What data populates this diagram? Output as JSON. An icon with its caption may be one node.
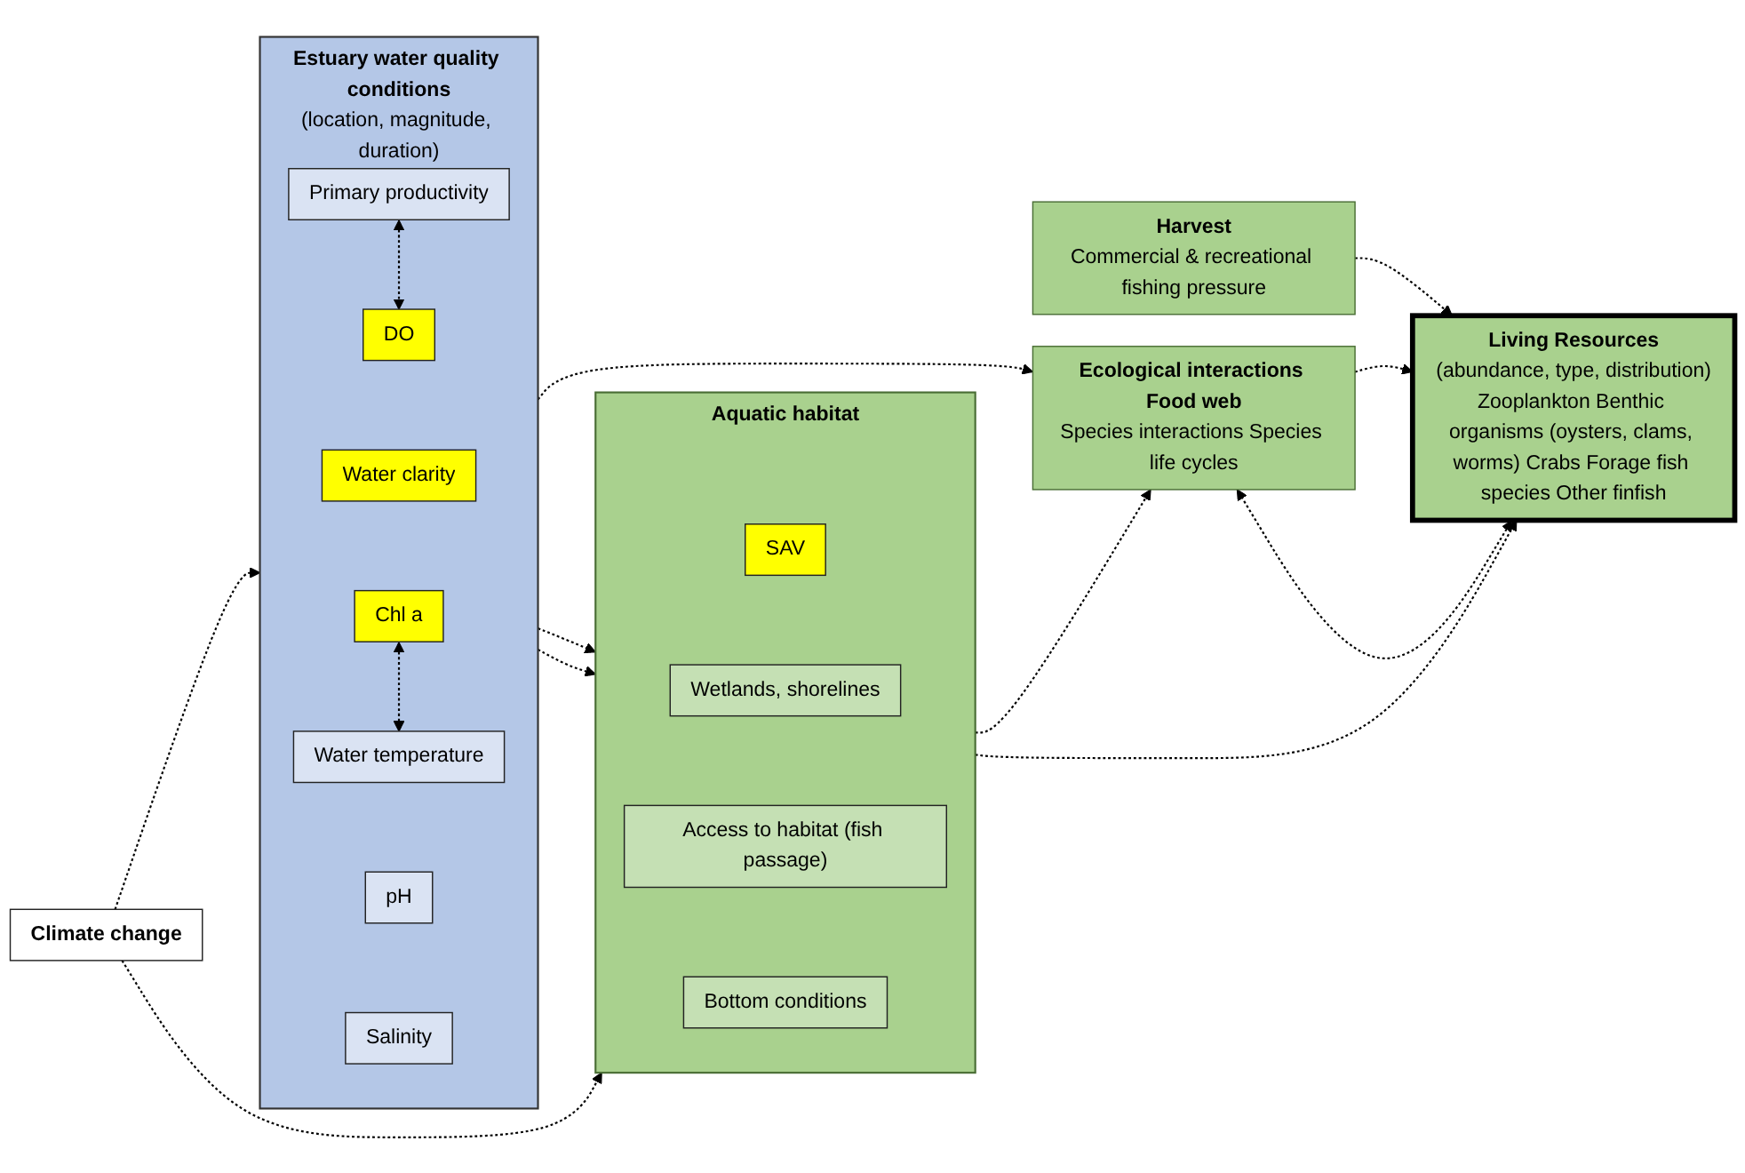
{
  "diagram": {
    "nodes": [
      {
        "text": [
          "Estuary water quality conditions",
          "(location, magnitude, duration)"
        ]
      },
      {
        "text": [
          "Primary productivity"
        ],
        "in": 0
      },
      {
        "text": [
          "DO"
        ],
        "in": 0
      },
      {
        "text": [
          "Water clarity"
        ],
        "in": 0
      },
      {
        "text": [
          "Chl a"
        ],
        "in": 0
      },
      {
        "text": [
          "Water temperature"
        ],
        "in": 0
      },
      {
        "text": [
          "pH"
        ],
        "in": 0
      },
      {
        "text": [
          "Salinity"
        ],
        "in": 0
      },
      {
        "text": [
          "Climate change"
        ]
      },
      {
        "text": [
          "Aquatic habitat"
        ]
      },
      {
        "text": [
          "SAV"
        ],
        "in": 9
      },
      {
        "text": [
          "Wetlands, shorelines"
        ],
        "in": 9
      },
      {
        "text": [
          "Access to habitat (fish passage)"
        ],
        "in": 9
      },
      {
        "text": [
          "Bottom conditions"
        ],
        "in": 9
      },
      {
        "text": [
          "Ecological interactions Food web",
          "Species interactions Species life cycles"
        ]
      },
      {
        "text": [
          "Living Resources",
          "(abundance, type, distribution)",
          "Zooplankton Benthic organisms (oysters, clams, worms) Crabs Forage fish species Other finfish"
        ]
      },
      {
        "text": [
          "Harvest",
          "Commercial & recreational fishing pressure"
        ]
      }
    ],
    "edges": [
      {
        "from": 0,
        "to": 14,
        "arrow": "to",
        "style": "dashed"
      },
      {
        "from": 1,
        "to": 2,
        "arrow": "both",
        "style": "dashed"
      },
      {
        "from": 4,
        "to": 5,
        "arrow": "both",
        "style": "dashed"
      },
      {
        "from": 0,
        "to": 9,
        "arrow": "to",
        "style": "dashed"
      },
      {
        "from": 0,
        "to": 9,
        "arrow": "to",
        "style": "dashed"
      },
      {
        "from": 8,
        "to": 0,
        "arrow": "to",
        "style": "dashed"
      },
      {
        "from": 8,
        "to": 9,
        "arrow": "to",
        "style": "dashed"
      },
      {
        "from": 9,
        "to": 14,
        "arrow": "to",
        "style": "dashed"
      },
      {
        "from": 9,
        "to": 15,
        "arrow": "to",
        "style": "dashed"
      },
      {
        "from": 14,
        "to": 15,
        "arrow": "to",
        "style": "dashed"
      },
      {
        "from": 15,
        "to": 14,
        "arrow": "both",
        "style": "dashed"
      },
      {
        "from": 16,
        "to": 15,
        "arrow": "to",
        "style": "dashed"
      }
    ]
  }
}
